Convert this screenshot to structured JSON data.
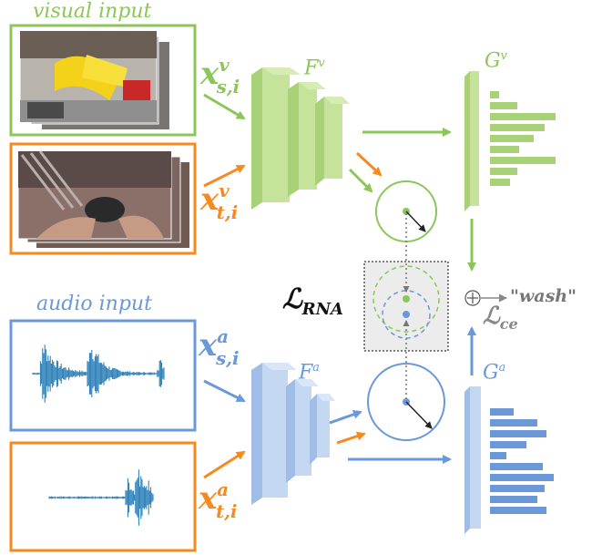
{
  "sections": {
    "visual_title": "visual input",
    "audio_title": "audio input"
  },
  "symbols": {
    "x_s_v": {
      "base": "x",
      "sup": "v",
      "sub": "s,i"
    },
    "x_t_v": {
      "base": "x",
      "sup": "v",
      "sub": "t,i"
    },
    "x_s_a": {
      "base": "x",
      "sup": "a",
      "sub": "s,i"
    },
    "x_t_a": {
      "base": "x",
      "sup": "a",
      "sub": "t,i"
    },
    "F_v": {
      "base": "F",
      "sup": "v"
    },
    "G_v": {
      "base": "G",
      "sup": "v"
    },
    "F_a": {
      "base": "F",
      "sup": "a"
    },
    "G_a": {
      "base": "G",
      "sup": "a"
    },
    "L_rna": {
      "base": "ℒ",
      "sub": "RNA"
    },
    "L_ce": {
      "base": "ℒ",
      "sub": "ce"
    }
  },
  "output": {
    "plus_symbol": "⊕",
    "prediction": "\"wash\""
  },
  "colors": {
    "green": "#8cc65a",
    "green_light": "#c5e39a",
    "orange": "#f58a1f",
    "blue": "#6a98d8",
    "blue_light": "#c4d8f2",
    "wave_blue": "#1f78b4",
    "gray": "#888888"
  },
  "icons": [
    "circle-plus-icon",
    "arrow-icon"
  ]
}
